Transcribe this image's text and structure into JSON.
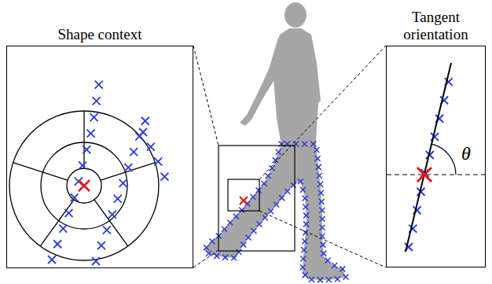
{
  "diagram": {
    "nodes": [
      {
        "text": [
          "Shape context"
        ]
      },
      {
        "text": [
          "Tangent orientation",
          "θ"
        ]
      }
    ],
    "edges": []
  }
}
